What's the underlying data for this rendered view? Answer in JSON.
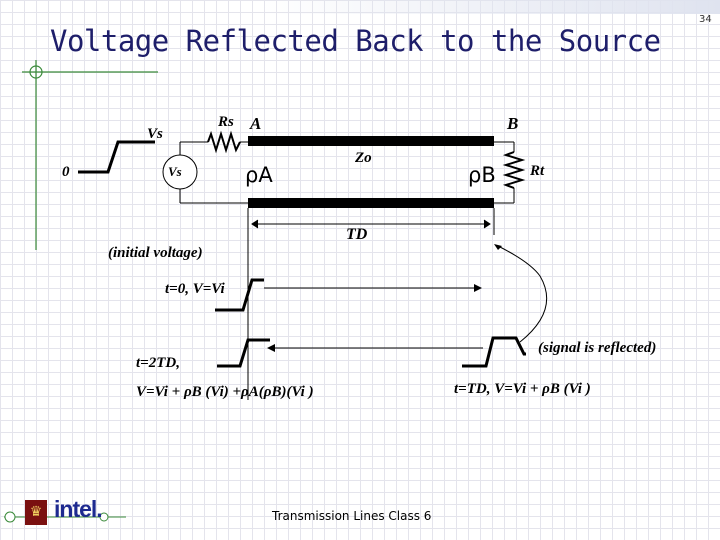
{
  "slide": {
    "title": "Voltage Reflected Back to the Source",
    "number": "34",
    "footer": "Transmission Lines  Class  6",
    "logo_text": "intel."
  },
  "circuit": {
    "label_vs_top": "Vs",
    "label_zero": "0",
    "label_vs_source": "Vs",
    "label_rs": "Rs",
    "label_a": "A",
    "label_b": "B",
    "label_zo": "Zo",
    "label_rt": "Rt",
    "label_td": "TD",
    "rho_a": "ρA",
    "rho_b": "ρB",
    "initial_voltage": "(initial voltage)"
  },
  "waveforms": {
    "t0": "t=0, V=Vi",
    "reflected": "(signal is reflected)",
    "t2td": "t=2TD,",
    "v2td": "V=Vi + ρB (Vi) +ρA(ρB)(Vi )",
    "ttd": "t=TD, V=Vi + ρB (Vi )"
  },
  "colors": {
    "title": "#1e1e6a",
    "accent_line": "#3a8a3a",
    "logo": "#1e2a90"
  }
}
